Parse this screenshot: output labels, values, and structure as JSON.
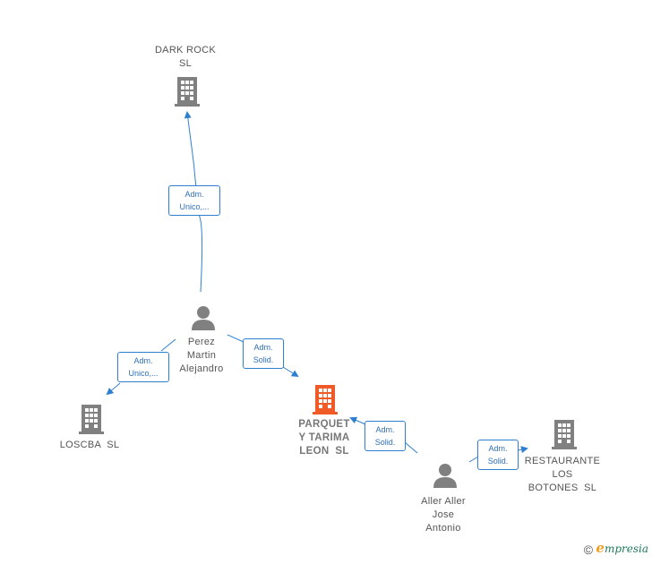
{
  "nodes": {
    "dark_rock": {
      "lines": [
        "DARK ROCK",
        "SL"
      ]
    },
    "perez": {
      "lines": [
        "Perez",
        "Martin",
        "Alejandro"
      ]
    },
    "loscba": {
      "lines": [
        "LOSCBA  SL"
      ]
    },
    "parquet": {
      "lines": [
        "PARQUET",
        "Y TARIMA",
        "LEON  SL"
      ]
    },
    "aller": {
      "lines": [
        "Aller Aller",
        "Jose",
        "Antonio"
      ]
    },
    "restaurante": {
      "lines": [
        "RESTAURANTE",
        "LOS",
        "BOTONES  SL"
      ]
    }
  },
  "edges": {
    "perez_dark_rock": {
      "lines": [
        "Adm.",
        "Unico,..."
      ]
    },
    "perez_loscba": {
      "lines": [
        "Adm.",
        "Unico,..."
      ]
    },
    "perez_parquet": {
      "lines": [
        "Adm.",
        "Solid."
      ]
    },
    "aller_parquet": {
      "lines": [
        "Adm.",
        "Solid."
      ]
    },
    "aller_restaurante": {
      "lines": [
        "Adm.",
        "Solid."
      ]
    }
  },
  "footer": {
    "copyright": "©",
    "brand_initial": "e",
    "brand_rest": "mpresia"
  },
  "colors": {
    "edge": "#2f7fd0",
    "company": "#808080",
    "focus_company": "#f05a28",
    "person": "#808080"
  }
}
